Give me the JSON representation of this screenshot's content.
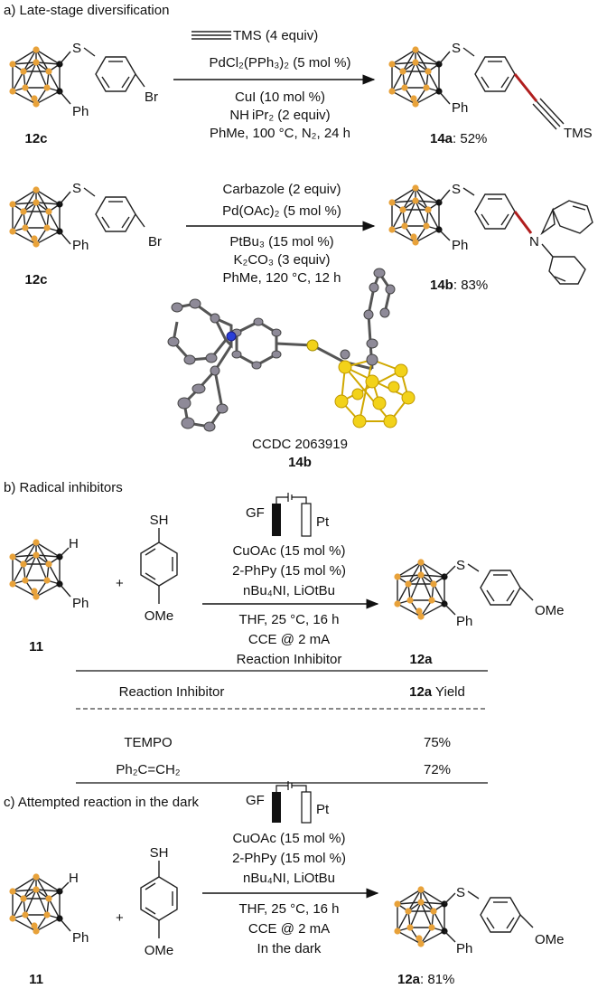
{
  "section_a": {
    "title": "a) Late-stage diversification",
    "r1": {
      "reactant_label": "12c",
      "reagent_tms": "TMS (4 equiv)",
      "cond1": "PdCl₂(PPh₃)₂ (5 mol %)",
      "cond2": "CuI (10 mol %)",
      "cond3": "NH iPr₂ (2 equiv)",
      "cond4": "PhMe, 100 °C, N₂, 24 h",
      "product_label": "14a",
      "product_yield": ": 52%"
    },
    "r2": {
      "reactant_label": "12c",
      "cond1": "Carbazole (2 equiv)",
      "cond2": "Pd(OAc)₂ (5 mol %)",
      "cond3": "PtBu₃ (15 mol %)",
      "cond4": "K₂CO₃ (3 equiv)",
      "cond5": "PhMe, 120 °C, 12 h",
      "product_label": "14b",
      "product_yield": ": 83%"
    },
    "crystal": {
      "ccdc": "CCDC 2063919",
      "label": "14b"
    },
    "atoms": {
      "S": "S",
      "Ph": "Ph",
      "Br": "Br",
      "TMS": "TMS",
      "N": "N"
    }
  },
  "section_b": {
    "title": "b) Radical inhibitors",
    "reactant1_label": "11",
    "plus": "+",
    "electrode_left": "GF",
    "electrode_right": "Pt",
    "cond1": "CuOAc (15 mol %)",
    "cond2": "2-PhPy (15 mol %)",
    "cond3": "nBu₄NI, LiOtBu",
    "cond4": "THF, 25 °C, 16 h",
    "cond5": "CCE @ 2 mA",
    "cond6": "Reaction Inhibitor",
    "product_label": "12a",
    "atoms": {
      "H": "H",
      "SH": "SH",
      "OMe": "OMe",
      "S": "S",
      "Ph": "Ph"
    },
    "table": {
      "col1": "Reaction Inhibitor",
      "col2_bold": "12a",
      "col2_rest": " Yield",
      "rows": [
        {
          "inhibitor": "TEMPO",
          "yield": "75%"
        },
        {
          "inhibitor": "Ph₂C=CH₂",
          "yield": "72%"
        }
      ]
    }
  },
  "section_c": {
    "title": "c) Attempted reaction in the dark",
    "reactant1_label": "11",
    "plus": "+",
    "electrode_left": "GF",
    "electrode_right": "Pt",
    "cond1": "CuOAc (15 mol %)",
    "cond2": "2-PhPy (15 mol %)",
    "cond3": "nBu₄NI, LiOtBu",
    "cond4": "THF, 25 °C, 16 h",
    "cond5": "CCE @ 2 mA",
    "cond6": "In the dark",
    "product_label": "12a",
    "product_yield": ": 81%",
    "atoms": {
      "H": "H",
      "SH": "SH",
      "OMe": "OMe",
      "S": "S",
      "Ph": "Ph"
    }
  },
  "colors": {
    "boron": "#E8A23A",
    "carbon_vertex": "#111111",
    "new_bond": "#B01E1E",
    "crystal_B": "#F2D21A",
    "crystal_C": "#8E8A98",
    "crystal_N": "#2A3FD8"
  }
}
